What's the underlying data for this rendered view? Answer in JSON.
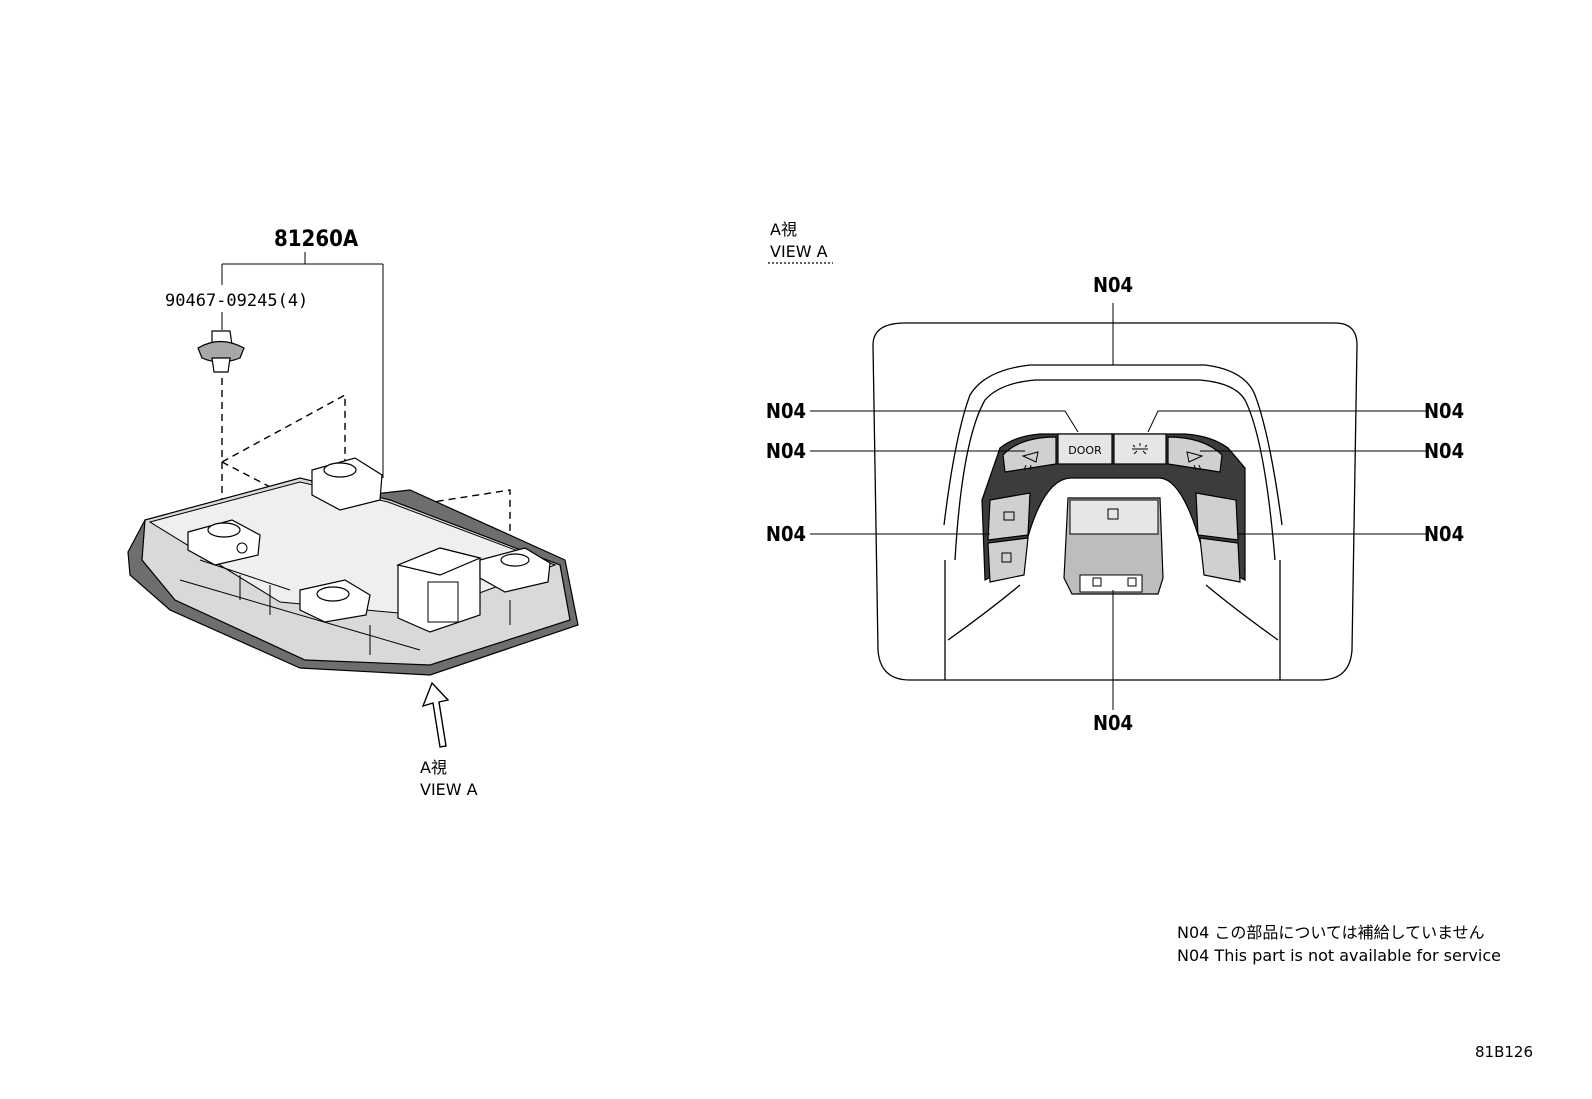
{
  "left_assembly": {
    "part_number": "81260A",
    "clip_part": "90467-09245(4)",
    "view_arrow_label_jp": "A視",
    "view_arrow_label_en": "VIEW A"
  },
  "right_view": {
    "heading_jp": "A視",
    "heading_en": "VIEW A",
    "callouts": [
      "N04",
      "N04",
      "N04",
      "N04",
      "N04",
      "N04",
      "N04",
      "N04"
    ],
    "door_button": "DOOR"
  },
  "notes": {
    "line1": "N04 この部品については補給していません",
    "line2": "N04 This part is not available for service"
  },
  "diagram_code": "81B126"
}
